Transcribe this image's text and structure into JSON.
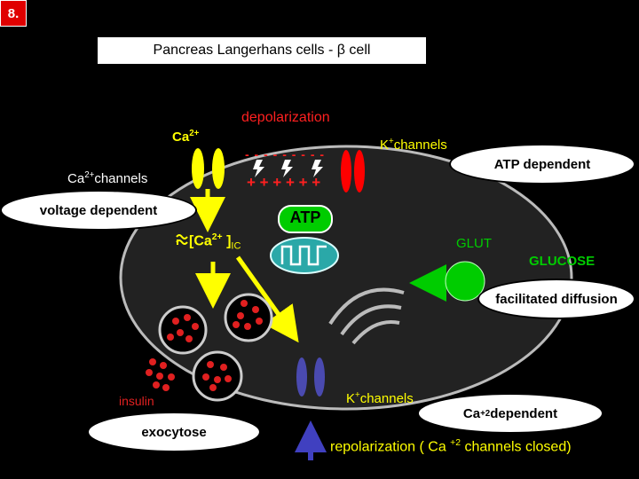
{
  "slide_number": "8.",
  "title": "Pancreas Langerhans cells - β cell",
  "labels": {
    "ca2_base": "Ca",
    "ca2_sup": "2+",
    "ca2_channels_base": "Ca",
    "ca2_channels_sup": "2+",
    "ca2_channels_rest": "channels",
    "voltage_dependent": "voltage dependent",
    "depolarization": "depolarization",
    "k_channels_base": "K",
    "k_channels_sup": "+",
    "k_channels_rest": "channels",
    "atp_dependent": "ATP dependent",
    "minus_row": "- - - - - - - - -",
    "plus_row": "+ + + + + +",
    "atp": "ATP",
    "ca_ic_prefix": "[Ca",
    "ca_ic_sup": "2+",
    "ca_ic_suffix": " ]",
    "ca_ic_sub": "IC",
    "glut": "GLUT",
    "glucose": "GLUCOSE",
    "facilitated_diffusion": "facilitated diffusion",
    "insulin": "insulin",
    "exocytose": "exocytose",
    "k_channels2_base": "K",
    "k_channels2_sup": "+",
    "k_channels2_rest": "channels",
    "ca_dependent_base": "Ca",
    "ca_dependent_sup": "+2",
    "ca_dependent_rest": " dependent",
    "repolarization": "repolarization ( Ca ",
    "repolarization_sup": "+2",
    "repolarization_rest": " channels closed)"
  },
  "colors": {
    "background": "#000000",
    "cell": "#222222",
    "yellow": "#ffff00",
    "red": "#ff0000",
    "green": "#00cc00",
    "teal": "#2aa8a8",
    "granule": "#e02020",
    "channel_blue": "#4a4ab0",
    "arrow_blue": "#4040c0"
  }
}
